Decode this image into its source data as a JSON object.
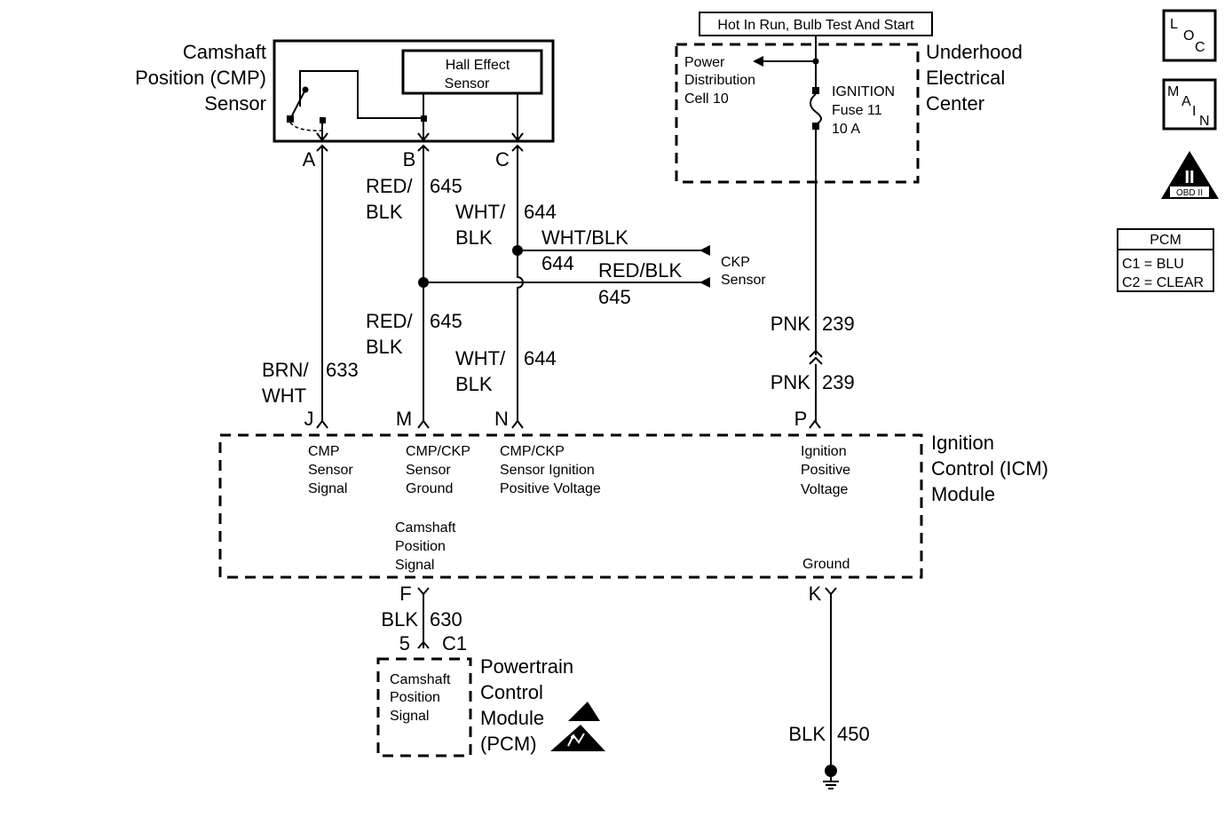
{
  "cmp_sensor": {
    "label": [
      "Camshaft",
      "Position (CMP)",
      "Sensor"
    ],
    "hall_effect": [
      "Hall Effect",
      "Sensor"
    ],
    "pins": [
      "A",
      "B",
      "C"
    ]
  },
  "hot_in_run": "Hot In Run, Bulb Test And Start",
  "underhood": {
    "label": [
      "Underhood",
      "Electrical",
      "Center"
    ],
    "power_dist": [
      "Power",
      "Distribution",
      "Cell 10"
    ],
    "fuse": [
      "IGNITION",
      "Fuse 11",
      "10 A"
    ]
  },
  "icons": {
    "loc": [
      "L",
      "O",
      "C"
    ],
    "main": [
      "M",
      "A",
      "I",
      "N"
    ],
    "obd": [
      "II",
      "OBD II"
    ],
    "pcm_title": "PCM",
    "pcm_c1": "C1 = BLU",
    "pcm_c2": "C2 = CLEAR",
    "esd_icon": "electrostatic-discharge-warning"
  },
  "wires": {
    "b_color": [
      "RED/",
      "BLK"
    ],
    "b_num": "645",
    "c_color": [
      "WHT/",
      "BLK"
    ],
    "c_num": "644",
    "ckp_wht_color": "WHT/BLK",
    "ckp_wht_num": "644",
    "ckp_red_color": "RED/BLK",
    "ckp_red_num": "645",
    "ckp_label": [
      "CKP",
      "Sensor"
    ],
    "m_color": [
      "RED/",
      "BLK"
    ],
    "m_num": "645",
    "n_color": [
      "WHT/",
      "BLK"
    ],
    "n_num": "644",
    "j_color": [
      "BRN/",
      "WHT"
    ],
    "j_num": "633",
    "pnk_top_color": "PNK",
    "pnk_top_num": "239",
    "pnk_bot_color": "PNK",
    "pnk_bot_num": "239",
    "f_color": "BLK",
    "f_num": "630",
    "k_color": "BLK",
    "k_num": "450"
  },
  "icm": {
    "label": [
      "Ignition",
      "Control (ICM)",
      "Module"
    ],
    "pins": [
      "J",
      "M",
      "N",
      "P",
      "F",
      "K"
    ],
    "j_desc": [
      "CMP",
      "Sensor",
      "Signal"
    ],
    "m_desc": [
      "CMP/CKP",
      "Sensor",
      "Ground"
    ],
    "n_desc": [
      "CMP/CKP",
      "Sensor Ignition",
      "Positive Voltage"
    ],
    "p_desc": [
      "Ignition",
      "Positive",
      "Voltage"
    ],
    "f_desc": [
      "Camshaft",
      "Position",
      "Signal"
    ],
    "k_desc": "Ground"
  },
  "pcm": {
    "label": [
      "Powertrain",
      "Control",
      "Module",
      "(PCM)"
    ],
    "pin": "5",
    "connector": "C1",
    "desc": [
      "Camshaft",
      "Position",
      "Signal"
    ]
  }
}
